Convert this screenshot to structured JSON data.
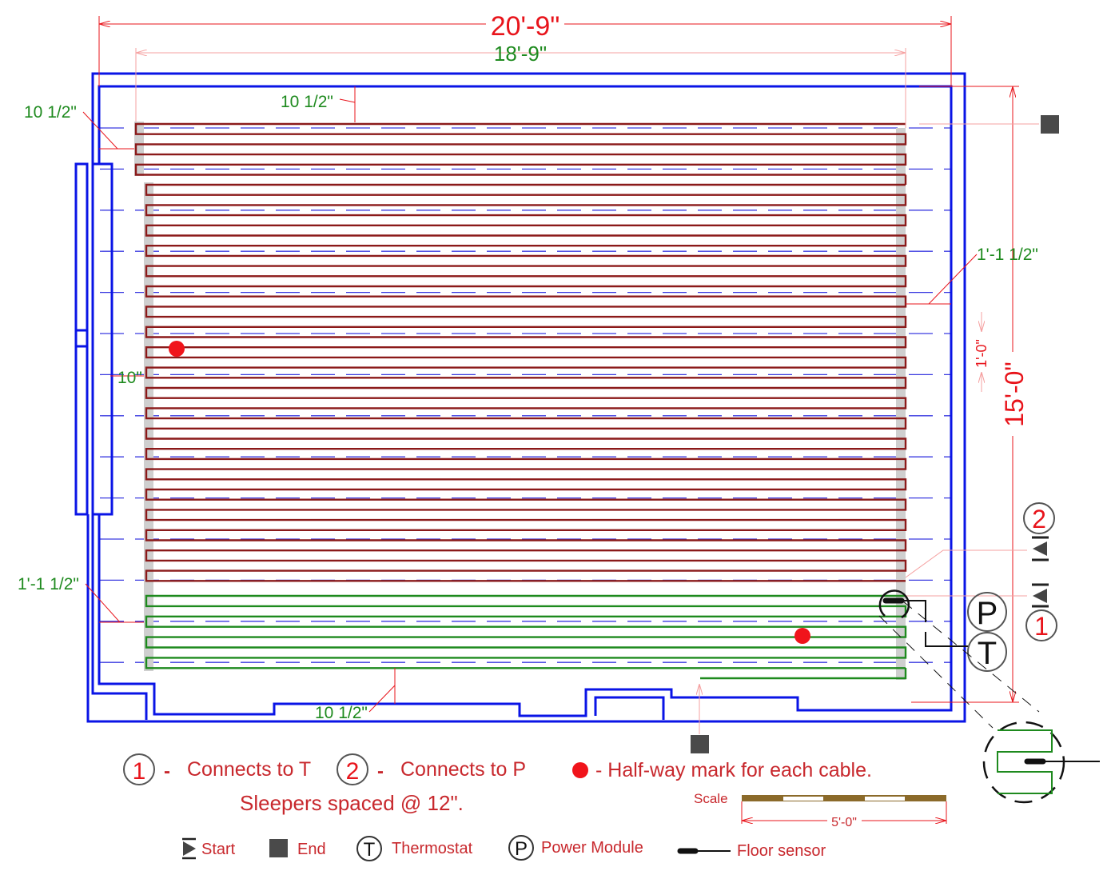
{
  "dimensions": {
    "overall_width": "20'-9\"",
    "inner_width": "18'-9\"",
    "overall_height": "15'-0\"",
    "sleeper_spacing_dim": "1'-0\"",
    "offset_top_left": "10 1/2\"",
    "offset_top": "10 1/2\"",
    "offset_right": "1'-1 1/2\"",
    "offset_left_mid": "10\"",
    "offset_bottom_left": "1'-1 1/2\"",
    "offset_bottom": "10 1/2\""
  },
  "markers": {
    "connector_1": "1",
    "connector_2": "2",
    "power_module": "P",
    "thermostat": "T"
  },
  "notes": {
    "note1_num": "1",
    "note1_dash": "-",
    "note1_text": "Connects to T",
    "note2_num": "2",
    "note2_dash": "-",
    "note2_text": "Connects to P",
    "halfway_text": "- Half-way mark for each cable.",
    "sleepers_text": "Sleepers spaced @ 12\"."
  },
  "scale": {
    "label": "Scale",
    "length": "5'-0\""
  },
  "legend": {
    "start": "Start",
    "end": "End",
    "thermostat_symbol": "T",
    "thermostat": "Thermostat",
    "power_symbol": "P",
    "power": "Power Module",
    "floor_sensor": "Floor sensor"
  },
  "colors": {
    "wall": "#0a14e6",
    "cable1": "#8b1a1a",
    "cable2": "#1e8a1e",
    "dimension": "#e8141b",
    "sleeper": "#3a3ae0"
  }
}
